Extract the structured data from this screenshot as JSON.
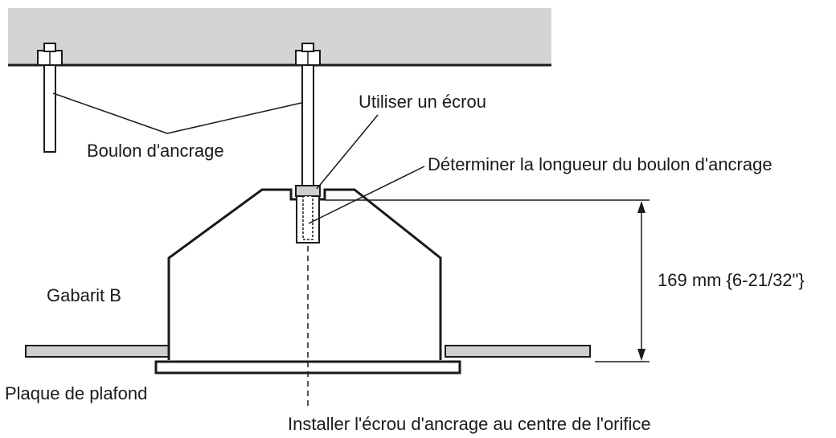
{
  "labels": {
    "anchor_bolt": "Boulon d'ancrage",
    "use_nut": "Utiliser un écrou",
    "determine_length": "Déterminer la longueur du boulon d'ancrage",
    "template": "Gabarit B",
    "dimension": "169 mm {6-21/32\"}",
    "ceiling_plate": "Plaque de plafond",
    "install_nut": "Installer l'écrou d'ancrage au centre de l'orifice"
  },
  "colors": {
    "ceiling_fill": "#d4d4d4",
    "line": "#1a1a1a",
    "panel_fill": "#cfcfcf",
    "bolt_fill": "#ffffff"
  }
}
